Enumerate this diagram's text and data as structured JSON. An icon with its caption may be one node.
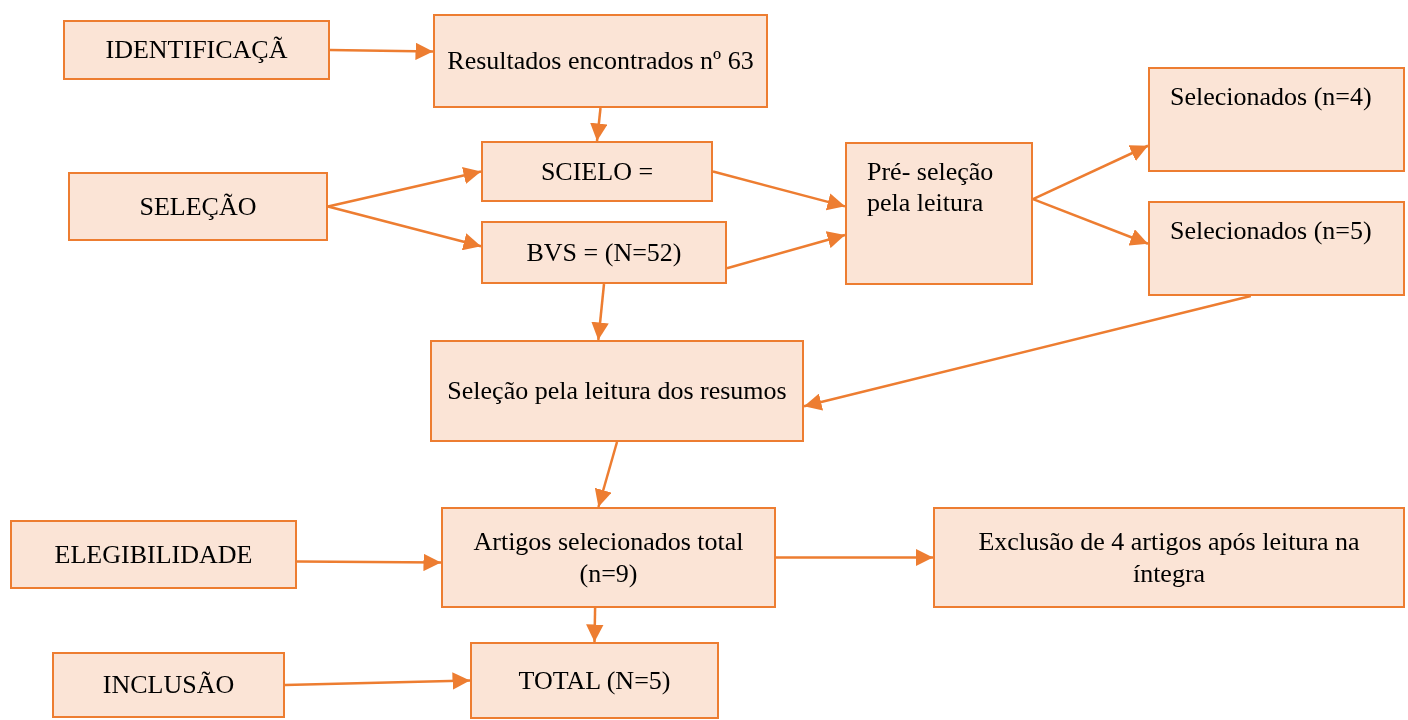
{
  "diagram": {
    "nodes": [
      {
        "text": [
          "IDENTIFICAÇÃ"
        ]
      },
      {
        "text": [
          "Resultados encontrados nº 63"
        ]
      },
      {
        "text": [
          "SELEÇÃO"
        ]
      },
      {
        "text": [
          "SCIELO ="
        ]
      },
      {
        "text": [
          "BVS = (N=52)"
        ]
      },
      {
        "text": [
          "Pré- seleção pela leitura"
        ]
      },
      {
        "text": [
          "Selecionados (n=4)"
        ]
      },
      {
        "text": [
          "Selecionados (n=5)"
        ]
      },
      {
        "text": [
          "Seleção pela leitura dos resumos"
        ]
      },
      {
        "text": [
          "ELEGIBILIDADE"
        ]
      },
      {
        "text": [
          "Artigos selecionados total (n=9)"
        ]
      },
      {
        "text": [
          "Exclusão de 4 artigos após leitura na íntegra"
        ]
      },
      {
        "text": [
          "INCLUSÃO"
        ]
      },
      {
        "text": [
          "TOTAL (N=5)"
        ]
      }
    ],
    "edges": [
      {
        "from": 0,
        "to": 1,
        "arrow": "to"
      },
      {
        "from": 1,
        "to": 3,
        "arrow": "to"
      },
      {
        "from": 2,
        "to": 3,
        "arrow": "to"
      },
      {
        "from": 2,
        "to": 4,
        "arrow": "to"
      },
      {
        "from": 3,
        "to": 5,
        "arrow": "to"
      },
      {
        "from": 4,
        "to": 5,
        "arrow": "to"
      },
      {
        "from": 5,
        "to": 6,
        "arrow": "to"
      },
      {
        "from": 5,
        "to": 7,
        "arrow": "to"
      },
      {
        "from": 4,
        "to": 8,
        "arrow": "to"
      },
      {
        "from": 7,
        "to": 8,
        "arrow": "to"
      },
      {
        "from": 8,
        "to": 10,
        "arrow": "to"
      },
      {
        "from": 9,
        "to": 10,
        "arrow": "to"
      },
      {
        "from": 10,
        "to": 11,
        "arrow": "to"
      },
      {
        "from": 10,
        "to": 13,
        "arrow": "to"
      },
      {
        "from": 12,
        "to": 13,
        "arrow": "to"
      }
    ]
  }
}
